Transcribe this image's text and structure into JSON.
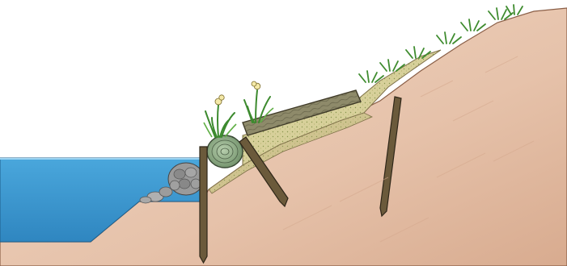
{
  "figure": {
    "title": "",
    "labels": []
  },
  "colors": {
    "background": "#ffffff",
    "water": "#3d9bd3",
    "water_deep": "#2b7fb7",
    "soil": "#e8c7b2",
    "soil_dark": "#d9ac92",
    "fill_sand": "#d6d19c",
    "fill_dots": "#8a9a4c",
    "stake": "#6b5a3b",
    "stake_dark": "#3f3424",
    "log": "#8e8a6a",
    "log_dark": "#4c4a36",
    "coir_roll": "#8fb08a",
    "stone": "#9a9a9a",
    "plant": "#4f9a3a",
    "flower": "#f4e9a8"
  },
  "elements": {
    "water": "water-body",
    "bank": "soil-bank",
    "riprap": "riprap-stones",
    "roll": "coir-roll",
    "log": "brush-log",
    "stakes": [
      "front-stake",
      "angled-stake",
      "upper-stake"
    ],
    "plants": [
      "flowering-plant",
      "flowering-plant",
      "grass-tuft"
    ]
  }
}
